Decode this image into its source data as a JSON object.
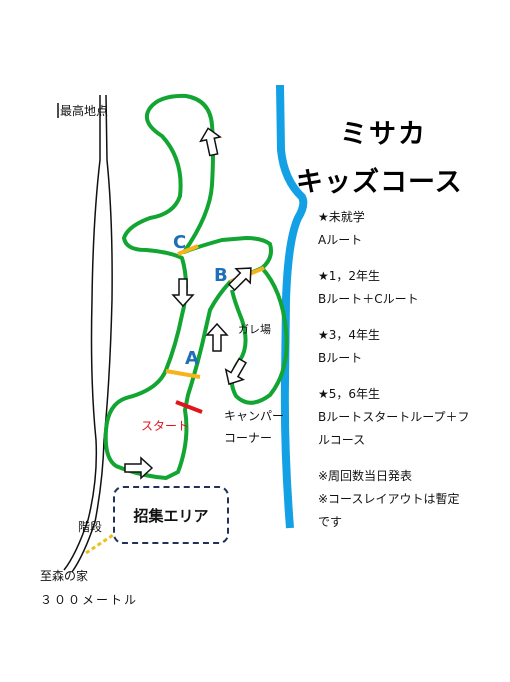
{
  "title": {
    "line1": "ミサカ",
    "line2": "キッズコース"
  },
  "notes": [
    {
      "heading": "★未就学",
      "lines": [
        "Aルート"
      ]
    },
    {
      "heading": "★1，2年生",
      "lines": [
        "Bルート＋Cルート"
      ]
    },
    {
      "heading": "★3，4年生",
      "lines": [
        "Bルート"
      ]
    },
    {
      "heading": "★5，6年生",
      "lines": [
        "Bルートスタートループ＋フ",
        "ルコース"
      ]
    },
    {
      "heading": "※周回数当日発表",
      "lines": [
        "※コースレイアウトは暫定",
        "です"
      ]
    }
  ],
  "map_labels": {
    "highest_point": "最高地点",
    "gravel": "ガレ場",
    "camper_corner_line1": "キャンパー",
    "camper_corner_line2": "コーナー",
    "start": "スタート",
    "stairs": "階段",
    "to_house_line1": "至森の家",
    "to_house_line2": "３００メートル",
    "assembly_area": "招集エリア"
  },
  "route_markers": {
    "a": "A",
    "b": "B",
    "c": "C"
  },
  "colors": {
    "course": "#12a532",
    "river": "#13a0e4",
    "route_marker": "#f5b41a",
    "start_line": "#e0141c",
    "route_letter": "#1f6eb8",
    "assembly_border": "#1f3358",
    "road": "#111111",
    "stairs_path": "#e8c21a"
  }
}
